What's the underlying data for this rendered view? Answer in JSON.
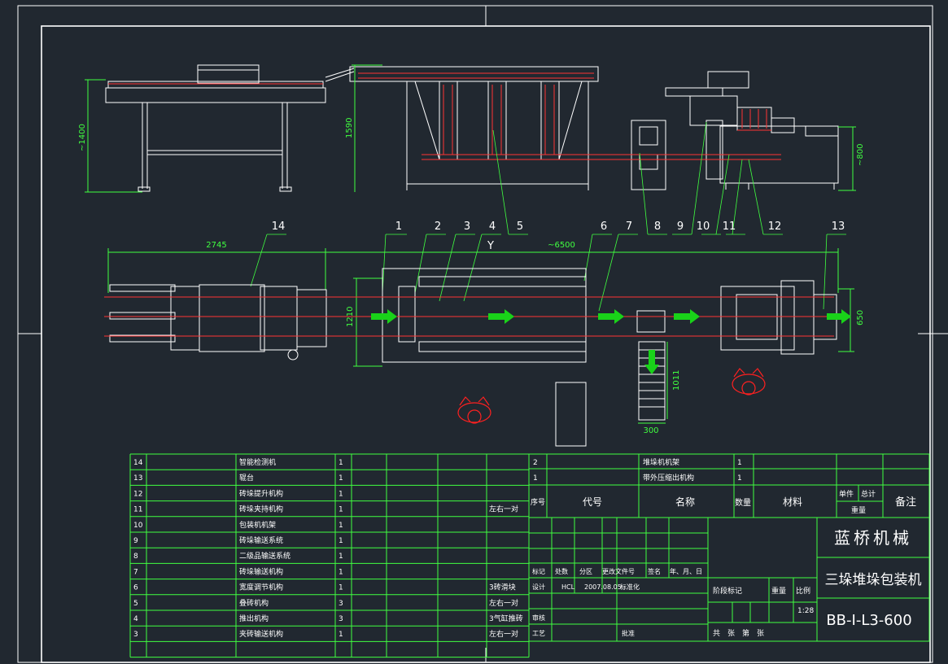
{
  "colors": {
    "background": "#212830",
    "frame": "#ffffff",
    "machine": "#ffffff",
    "centerline": "#ff3333",
    "dimension": "#40ff40",
    "table": "#40ff40",
    "flow_arrow": "#19d219",
    "operator": "#ff2020",
    "text": "#ffffff"
  },
  "dimensions": {
    "overall_length": "~6500",
    "section_14_length": "2745",
    "height_left": "~1400",
    "height_mid": "1590",
    "height_right": "~800",
    "width_left": "1210",
    "width_right": "650",
    "side_conveyor_length": "1011",
    "side_conveyor_width": "300"
  },
  "view_label": "Y",
  "callouts": [
    "1",
    "2",
    "3",
    "4",
    "5",
    "6",
    "7",
    "8",
    "9",
    "10",
    "11",
    "12",
    "13",
    "14"
  ],
  "parts_left": [
    {
      "no": "14",
      "name": "智能检测机",
      "qty": "1",
      "note": ""
    },
    {
      "no": "13",
      "name": "辊台",
      "qty": "1",
      "note": ""
    },
    {
      "no": "12",
      "name": "砖垛提升机构",
      "qty": "1",
      "note": ""
    },
    {
      "no": "11",
      "name": "砖垛夹持机构",
      "qty": "1",
      "note": "左右一对"
    },
    {
      "no": "10",
      "name": "包装机机架",
      "qty": "1",
      "note": ""
    },
    {
      "no": "9",
      "name": "砖垛输送系统",
      "qty": "1",
      "note": ""
    },
    {
      "no": "8",
      "name": "二级品输送系统",
      "qty": "1",
      "note": ""
    },
    {
      "no": "7",
      "name": "砖垛输送机构",
      "qty": "1",
      "note": ""
    },
    {
      "no": "6",
      "name": "宽度调节机构",
      "qty": "1",
      "note": "3砖滑块"
    },
    {
      "no": "5",
      "name": "叠砖机构",
      "qty": "3",
      "note": "左右一对"
    },
    {
      "no": "4",
      "name": "推出机构",
      "qty": "3",
      "note": "3气缸推砖"
    },
    {
      "no": "3",
      "name": "夹砖输送机构",
      "qty": "1",
      "note": "左右一对"
    }
  ],
  "parts_right": [
    {
      "no": "2",
      "name": "堆垛机机架",
      "qty": "1"
    },
    {
      "no": "1",
      "name": "带外压缩出机构",
      "qty": "1"
    }
  ],
  "header": {
    "seq": "序号",
    "code": "代号",
    "name": "名称",
    "qty": "数量",
    "material": "材料",
    "single": "单件",
    "total": "总计",
    "weight": "重量",
    "remark": "备注"
  },
  "revision": {
    "mark": "标记",
    "count": "处数",
    "zone": "分区",
    "doc": "更改文件号",
    "sign": "签名",
    "date": "年、月、日"
  },
  "approval": {
    "design": "设计",
    "designer": "HCL",
    "design_date": "2007.08.05",
    "standard": "标准化",
    "review": "审核",
    "process": "工艺",
    "approve": "批准"
  },
  "title_block": {
    "company": "蓝桥机械",
    "product": "三垛堆垛包装机",
    "drawing_no": "BB-I-L3-600",
    "stage": "阶段标记",
    "weight": "重量",
    "scale_label": "比例",
    "scale": "1:28",
    "sheets": "共　张　第　张"
  }
}
